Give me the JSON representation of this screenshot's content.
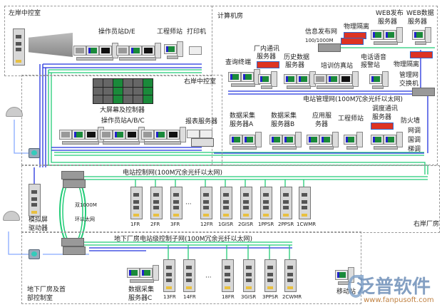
{
  "rooms": {
    "left_ctrl": "左岸中控室",
    "right_ctrl": "右岸中控室",
    "computer_room": "计算机房",
    "right_plant": "右岸厂房",
    "underground": [
      "地下厂房及首",
      "部控制室"
    ]
  },
  "left": {
    "op_de": "操作员站D/E",
    "eng": "工程师站",
    "printer": "打印机"
  },
  "right_ctrl": {
    "big_screen": "大屏幕及控制器",
    "op_abc": "操作员站A/B/C",
    "report": "报表服务器"
  },
  "computer": {
    "info_net": [
      "信息发布网",
      "100/1000M"
    ],
    "isolation1": "物理隔离",
    "web_pub": [
      "WEB发布",
      "服务器"
    ],
    "web_data": [
      "WEB数据",
      "服务器"
    ],
    "isolation2": "物理隔离",
    "mgmt_switch": [
      "管理网",
      "交换机"
    ],
    "query": "查询终端",
    "comm": [
      "厂内通讯",
      "服务器"
    ],
    "history": [
      "历史数据",
      "服务器"
    ],
    "training": "培训仿真站",
    "voice": [
      "电话语音",
      "报警站"
    ],
    "mgmt_net": "电站管理网(100M冗余光纤以太网)",
    "daq_a": [
      "数据采集",
      "服务器A"
    ],
    "daq_b": [
      "数据采集",
      "服务器B"
    ],
    "app": [
      "应用服",
      "务器"
    ],
    "eng": "工程师站",
    "dispatch": [
      "调度通讯",
      "服务器"
    ],
    "firewall": "防火墙",
    "grid": [
      "网调",
      "国调",
      "梯调"
    ]
  },
  "control_net": {
    "label": "电站控制网(100M冗余光纤以太网)",
    "ring": [
      "双1000M",
      "环以太网"
    ],
    "sim": [
      "模拟屏",
      "驱动器"
    ],
    "cabinets": [
      "1FR",
      "2FR",
      "3FR",
      "12FR",
      "1GISR",
      "2GISR",
      "1PPSR",
      "2PPSR",
      "1CWMR"
    ],
    "ellipsis": "···"
  },
  "underground": {
    "label": "地下厂房电站级控制子网(100M冗余光纤以太网)",
    "daq_c": [
      "数据采集",
      "服务器C"
    ],
    "cabinets": [
      "13FR",
      "14FR",
      "18FR",
      "3GISR",
      "3PPSR",
      "2CWMR"
    ],
    "ellipsis": "···",
    "mobile": "移动站"
  },
  "watermark": {
    "brand": "泛普软件",
    "url": "www.fanpusoft.com"
  },
  "colors": {
    "blue": "#2233dd",
    "green": "#22cc77"
  }
}
